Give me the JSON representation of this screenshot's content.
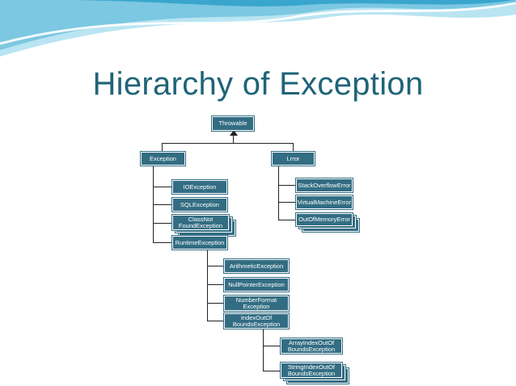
{
  "slide": {
    "title": "Hierarchy of Exception",
    "colors": {
      "title": "#1f6478",
      "node": "#336d83",
      "wave_light": "#b9e4f2",
      "wave_mid": "#7cc7e1",
      "wave_dark": "#3aa6cd"
    }
  },
  "diagram": {
    "throwable": "Throwable",
    "exception": "Exception",
    "error": "Lrror",
    "exception_children": [
      "IOException",
      "SQLException",
      "ClassNot\nFoundException",
      "RuntimeException"
    ],
    "error_children": [
      "StackOverflowError",
      "VirtualMachineError",
      "OutOfMemoryError"
    ],
    "runtime_children": [
      "ArithmeticException",
      "NullPointerException",
      "NumberFormat\nException",
      "IndexOutOf\nBoundsException"
    ],
    "index_children": [
      "ArrayIndexOutOf\nBoundsException",
      "StringIndexOutOf\nBoundsException"
    ]
  }
}
